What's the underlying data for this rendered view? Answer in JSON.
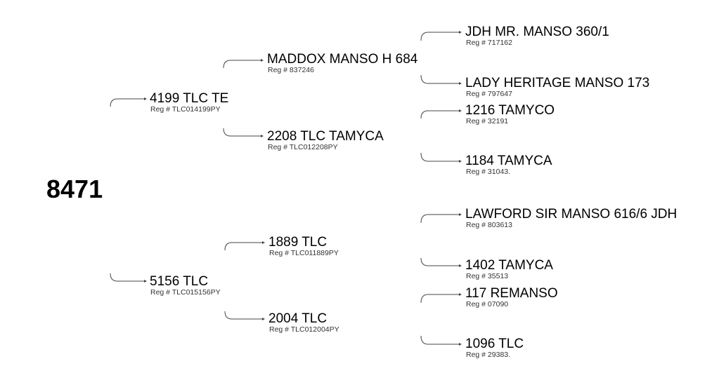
{
  "animal": {
    "id": "8471"
  },
  "sire": {
    "name": "4199 TLC TE",
    "reg": "Reg # TLC014199PY",
    "sire": {
      "name": "MADDOX MANSO H  684",
      "reg": "Reg # 837246",
      "sire": {
        "name": "JDH MR. MANSO 360/1",
        "reg": "Reg # 717162"
      },
      "dam": {
        "name": "LADY HERITAGE MANSO 173",
        "reg": "Reg # 797647"
      }
    },
    "dam": {
      "name": "2208 TLC TAMYCA",
      "reg": "Reg # TLC012208PY",
      "sire": {
        "name": "1216 TAMYCO",
        "reg": "Reg # 32191"
      },
      "dam": {
        "name": "1184 TAMYCA",
        "reg": "Reg # 31043."
      }
    }
  },
  "dam": {
    "name": "5156 TLC",
    "reg": "Reg # TLC015156PY",
    "sire": {
      "name": "1889 TLC",
      "reg": "Reg # TLC011889PY",
      "sire": {
        "name": "LAWFORD SIR MANSO 616/6 JDH",
        "reg": "Reg # 803613"
      },
      "dam": {
        "name": "1402 TAMYCA",
        "reg": "Reg # 35513"
      }
    },
    "dam": {
      "name": "2004 TLC",
      "reg": "Reg # TLC012004PY",
      "sire": {
        "name": "117 REMANSO",
        "reg": "Reg # 07090"
      },
      "dam": {
        "name": "1096 TLC",
        "reg": "Reg # 29383."
      }
    }
  }
}
